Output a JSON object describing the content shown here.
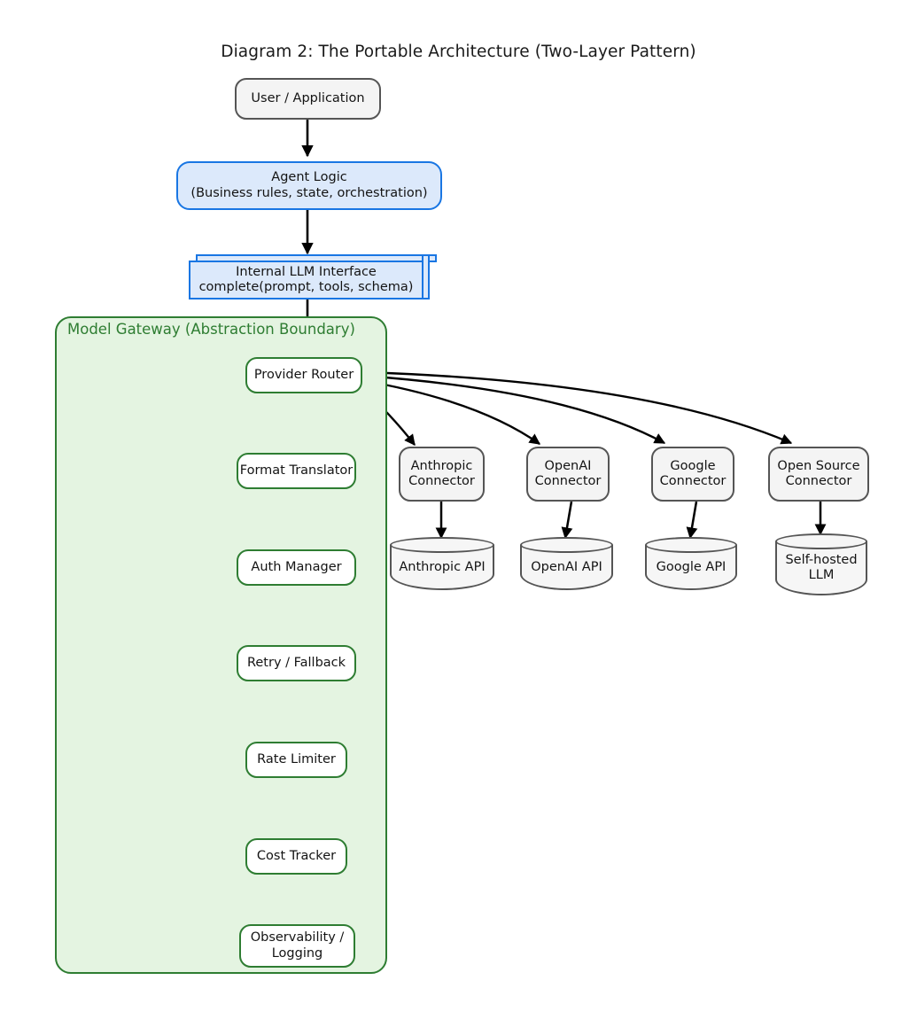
{
  "title": "Diagram 2: The Portable Architecture (Two-Layer Pattern)",
  "colors": {
    "grey_border": "#555555",
    "grey_fill": "#f4f4f4",
    "blue_border": "#1976e3",
    "blue_fill": "#dce9fb",
    "green_border": "#2e7d32",
    "group_fill": "#e4f4e1",
    "dashed_arrow": "#999999",
    "solid_arrow": "#000000",
    "background": "#ffffff"
  },
  "top_flow": {
    "user": "User / Application",
    "agent_logic": "Agent Logic\n(Business rules, state, orchestration)",
    "internal_interface": "Internal LLM Interface\ncomplete(prompt, tools, schema)"
  },
  "gateway": {
    "label": "Model Gateway (Abstraction Boundary)",
    "router": "Provider Router",
    "pipeline": [
      {
        "label": "Format Translator"
      },
      {
        "label": "Auth Manager"
      },
      {
        "label": "Retry / Fallback"
      },
      {
        "label": "Rate Limiter"
      },
      {
        "label": "Cost Tracker"
      },
      {
        "label": "Observability /\nLogging"
      }
    ]
  },
  "providers": [
    {
      "connector": "Anthropic\nConnector",
      "api": "Anthropic API"
    },
    {
      "connector": "OpenAI\nConnector",
      "api": "OpenAI API"
    },
    {
      "connector": "Google\nConnector",
      "api": "Google API"
    },
    {
      "connector": "Open Source\nConnector",
      "api": "Self-hosted\nLLM"
    }
  ]
}
